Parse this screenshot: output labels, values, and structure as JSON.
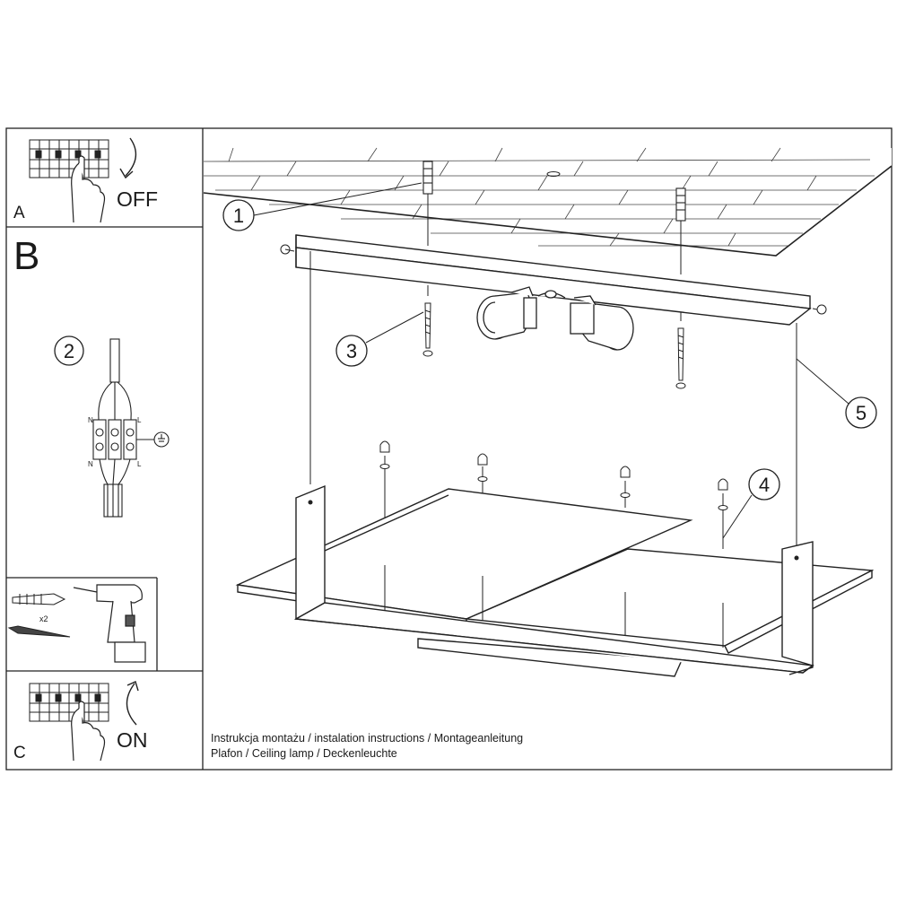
{
  "panels": {
    "a": {
      "letter": "A",
      "action": "OFF"
    },
    "b": {
      "letter": "B"
    },
    "c": {
      "letter": "C",
      "action": "ON"
    }
  },
  "wiring": {
    "terminal_top": [
      "N",
      "L"
    ],
    "terminal_bottom": [
      "N",
      "L"
    ]
  },
  "drill_panel": {
    "quantity": "x2"
  },
  "callouts": [
    "1",
    "2",
    "3",
    "4",
    "5"
  ],
  "caption": {
    "line1": "Instrukcja montażu / instalation instructions / Montageanleitung",
    "line2": "Plafon / Ceiling lamp / Deckenleuchte"
  }
}
